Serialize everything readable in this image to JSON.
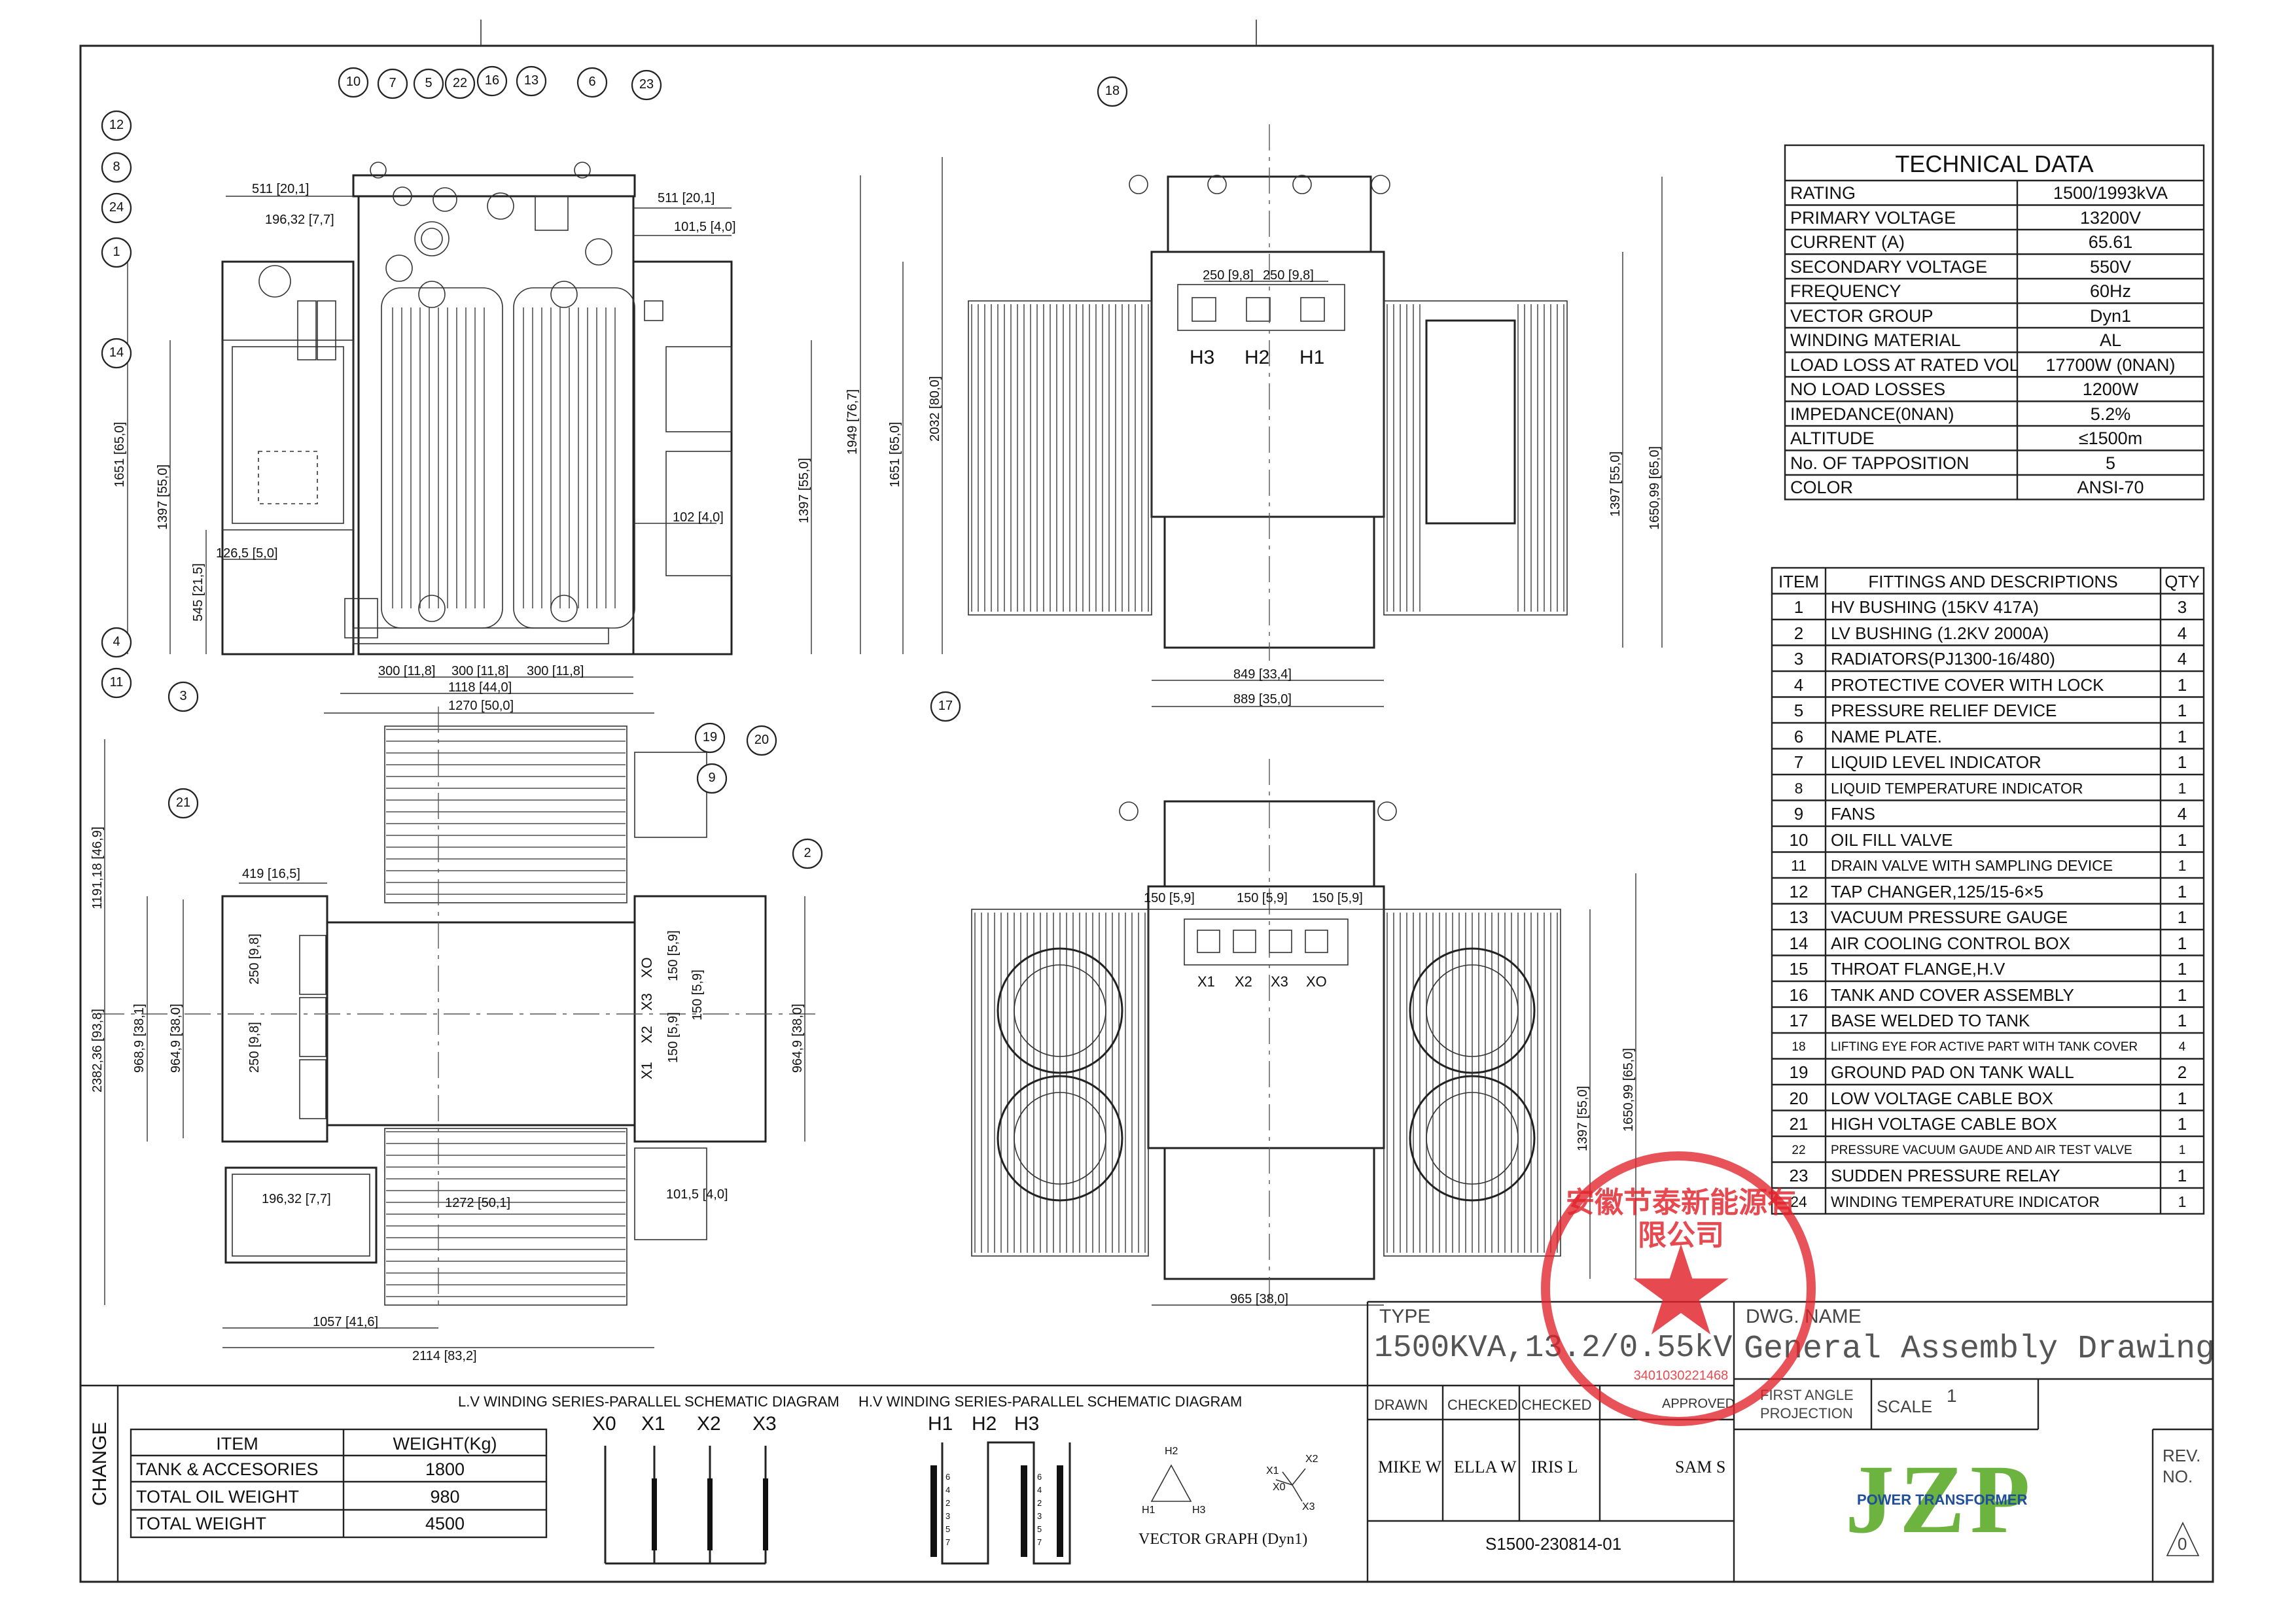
{
  "callouts": [
    "10",
    "7",
    "5",
    "22",
    "16",
    "13",
    "6",
    "23",
    "12",
    "8",
    "24",
    "1",
    "14",
    "4",
    "11",
    "3",
    "21",
    "2",
    "9",
    "19",
    "20",
    "18",
    "17"
  ],
  "dims": {
    "front": {
      "d511_left": "511 [20,1]",
      "d196_top": "196,32 [7,7]",
      "d511_right": "511 [20,1]",
      "d101_right": "101,5 [4,0]",
      "d102": "102 [4,0]",
      "d126": "126,5 [5,0]",
      "v1651_left": "1651 [65,0]",
      "v1397_left": "1397 [55,0]",
      "v545_left": "545 [21,5]",
      "v1397_right": "1397 [55,0]",
      "v1949": "1949 [76,7]",
      "v1651_right": "1651 [65,0]",
      "v2032": "2032 [80,0]",
      "h300a": "300 [11,8]",
      "h300b": "300 [11,8]",
      "h300c": "300 [11,8]",
      "h1118": "1118 [44,0]",
      "h1270": "1270 [50,0]"
    },
    "side": {
      "d250a": "250 [9,8]",
      "d250b": "250 [9,8]",
      "v1397": "1397 [55,0]",
      "v1650": "1650,99 [65,0]",
      "h849": "849 [33,4]",
      "h889": "889 [35,0]"
    },
    "plan": {
      "d419": "419 [16,5]",
      "v1191": "1191,18 [46,9]",
      "v2382": "2382,36 [93,8]",
      "v968": "968,9 [38,1]",
      "v964": "964,9 [38,0]",
      "v250a": "250 [9,8]",
      "v250b": "250 [9,8]",
      "v150a": "150 [5,9]",
      "v150b": "150 [5,9]",
      "v150c": "150 [5,9]",
      "v964_right": "964,9 [38,0]",
      "d196": "196,32 [7,7]",
      "d1272": "1272 [50,1]",
      "d101": "101,5 [4,0]",
      "h1057": "1057 [41,6]",
      "h2114": "2114 [83,2]"
    },
    "lv_side": {
      "d150a": "150 [5,9]",
      "d150b": "150 [5,9]",
      "d150c": "150 [5,9]",
      "v1397": "1397 [55,0]",
      "v1650": "1650,99 [65,0]",
      "h965": "965 [38,0]"
    }
  },
  "hv_terminals": [
    "H3",
    "H2",
    "H1"
  ],
  "lv_terminals": [
    "X1",
    "X2",
    "X3",
    "XO"
  ],
  "plan_terminals": [
    "XO",
    "X3",
    "X2",
    "X1"
  ],
  "technical_data": {
    "title": "TECHNICAL DATA",
    "rows": [
      [
        "RATING",
        "1500/1993kVA"
      ],
      [
        "PRIMARY VOLTAGE",
        "13200V"
      ],
      [
        "CURRENT (A)",
        "65.61"
      ],
      [
        "SECONDARY VOLTAGE",
        "550V"
      ],
      [
        "FREQUENCY",
        "60Hz"
      ],
      [
        "VECTOR GROUP",
        "Dyn1"
      ],
      [
        "WINDING MATERIAL",
        "AL"
      ],
      [
        "LOAD LOSS AT RATED VOLTAGE",
        "17700W (0NAN)"
      ],
      [
        "NO LOAD LOSSES",
        "1200W"
      ],
      [
        "IMPEDANCE(0NAN)",
        "5.2%"
      ],
      [
        "ALTITUDE",
        "≤1500m"
      ],
      [
        "No. OF TAPPOSITION",
        "5"
      ],
      [
        "COLOR",
        "ANSI-70"
      ]
    ]
  },
  "fittings": {
    "headers": [
      "ITEM",
      "FITTINGS AND DESCRIPTIONS",
      "QTY"
    ],
    "rows": [
      [
        "1",
        "HV BUSHING (15KV  417A)",
        "3"
      ],
      [
        "2",
        "LV BUSHING (1.2KV  2000A)",
        "4"
      ],
      [
        "3",
        "RADIATORS(PJ1300-16/480)",
        "4"
      ],
      [
        "4",
        "PROTECTIVE COVER WITH LOCK",
        "1"
      ],
      [
        "5",
        "PRESSURE RELIEF DEVICE",
        "1"
      ],
      [
        "6",
        "NAME PLATE.",
        "1"
      ],
      [
        "7",
        "LIQUID LEVEL INDICATOR",
        "1"
      ],
      [
        "8",
        "LIQUID TEMPERATURE INDICATOR",
        "1"
      ],
      [
        "9",
        "FANS",
        "4"
      ],
      [
        "10",
        "OIL FILL VALVE",
        "1"
      ],
      [
        "11",
        "DRAIN VALVE WITH SAMPLING DEVICE",
        "1"
      ],
      [
        "12",
        "TAP CHANGER,125/15-6×5",
        "1"
      ],
      [
        "13",
        "VACUUM PRESSURE GAUGE",
        "1"
      ],
      [
        "14",
        "AIR COOLING CONTROL BOX",
        "1"
      ],
      [
        "15",
        "THROAT FLANGE,H.V",
        "1"
      ],
      [
        "16",
        "TANK AND COVER ASSEMBLY",
        "1"
      ],
      [
        "17",
        "BASE WELDED TO TANK",
        "1"
      ],
      [
        "18",
        "LIFTING EYE FOR ACTIVE PART WITH TANK COVER",
        "4"
      ],
      [
        "19",
        "GROUND PAD ON TANK WALL",
        "2"
      ],
      [
        "20",
        "LOW VOLTAGE CABLE BOX",
        "1"
      ],
      [
        "21",
        "HIGH VOLTAGE CABLE BOX",
        "1"
      ],
      [
        "22",
        "PRESSURE VACUUM GAUDE AND AIR TEST VALVE",
        "1"
      ],
      [
        "23",
        "SUDDEN PRESSURE RELAY",
        "1"
      ],
      [
        "24",
        "WINDING TEMPERATURE INDICATOR",
        "1"
      ]
    ]
  },
  "title_block": {
    "type_label": "TYPE",
    "type_value": "1500KVA,13.2/0.55kV",
    "dwg_label": "DWG. NAME",
    "dwg_value": "General Assembly Drawing",
    "drawn_label": "DRAWN",
    "checked_label": "CHECKED",
    "checked2_label": "CHECKED",
    "approved_label": "APPROVED",
    "drawn": "MIKE W",
    "checked": "ELLA W",
    "checked2": "IRIS L",
    "approved": "SAM S",
    "projection_label1": "FIRST ANGLE",
    "projection_label2": "PROJECTION",
    "scale_label": "SCALE",
    "scale_value": "1",
    "drawing_no": "S1500-230814-01",
    "rev_label1": "REV.",
    "rev_label2": "NO.",
    "rev_value": "0",
    "logo_text": "JZP",
    "logo_sub": "POWER TRANSFORMER",
    "stamp_text": "安徽节泰新能源有限公司",
    "stamp_number": "3401030221468"
  },
  "change_label": "CHANGE",
  "weights": {
    "headers": [
      "ITEM",
      "WEIGHT(Kg)"
    ],
    "rows": [
      [
        "TANK & ACCESORIES",
        "1800"
      ],
      [
        "TOTAL OIL WEIGHT",
        "980"
      ],
      [
        "TOTAL WEIGHT",
        "4500"
      ]
    ]
  },
  "schematic": {
    "lv_title": "L.V WINDING SERIES-PARALLEL SCHEMATIC DIAGRAM",
    "hv_title": "H.V WINDING SERIES-PARALLEL SCHEMATIC DIAGRAM",
    "lv_terms": [
      "X0",
      "X1",
      "X2",
      "X3"
    ],
    "hv_terms": [
      "H1",
      "H2",
      "H3"
    ],
    "tap_numbers": [
      "6",
      "4",
      "2",
      "3",
      "5",
      "7"
    ],
    "vector_caption": "VECTOR GRAPH (Dyn1)",
    "vec_h": [
      "H2",
      "H1",
      "H3"
    ],
    "vec_x": [
      "X1",
      "X2",
      "X0",
      "X3"
    ]
  },
  "colors": {
    "line": "#222222",
    "stamp": "#e0222a",
    "logo": "#6db33f",
    "logo_sub": "#1f4e9c"
  }
}
